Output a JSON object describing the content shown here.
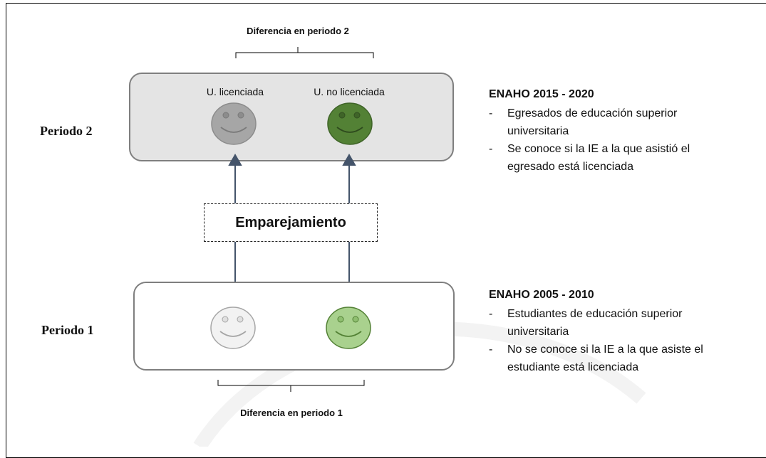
{
  "top_brace_label": "Diferencia en periodo 2",
  "bottom_brace_label": "Diferencia en periodo 1",
  "period2": {
    "label": "Periodo 2",
    "col1_label": "U. licenciada",
    "col2_label": "U. no licenciada"
  },
  "period1": {
    "label": "Periodo 1"
  },
  "matching_label": "Emparejamiento",
  "info_top": {
    "title": "ENAHO 2015 - 2020",
    "items": [
      {
        "bullet": "-",
        "text": "Egresados de educación superior universitaria"
      },
      {
        "bullet": "-",
        "text": "Se conoce si la IE a la que asistió el egresado está licenciada"
      }
    ]
  },
  "info_bottom": {
    "title": "ENAHO 2005 - 2010",
    "items": [
      {
        "bullet": "-",
        "text": "Estudiantes de educación superior universitaria"
      },
      {
        "bullet": "-",
        "text": "No se conoce si la IE a la que asiste el estudiante está licenciada"
      }
    ]
  },
  "colors": {
    "box2_fill": "#e4e4e4",
    "face_gray_dark": "#a6a6a6",
    "face_green_dark": "#538135",
    "face_gray_light": "#f2f2f2",
    "face_green_light": "#a9d18e",
    "arrow": "#44546a"
  }
}
